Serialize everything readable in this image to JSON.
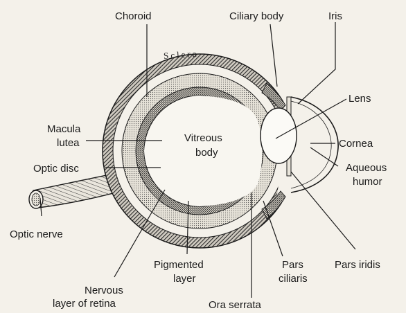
{
  "labels": {
    "choroid": "Choroid",
    "ciliary_body": "Ciliary body",
    "iris": "Iris",
    "lens": "Lens",
    "cornea": "Cornea",
    "aqueous_1": "Aqueous",
    "aqueous_2": "humor",
    "macula_1": "Macula",
    "macula_2": "lutea",
    "vitreous_1": "Vitreous",
    "vitreous_2": "body",
    "optic_disc": "Optic disc",
    "optic_nerve": "Optic nerve",
    "pigmented_1": "Pigmented",
    "pigmented_2": "layer",
    "pars_ciliaris_1": "Pars",
    "pars_ciliaris_2": "ciliaris",
    "pars_iridis": "Pars iridis",
    "nervous_1": "Nervous",
    "nervous_2": "layer of retina",
    "ora_serrata": "Ora serrata",
    "sclera": "Sclera"
  }
}
